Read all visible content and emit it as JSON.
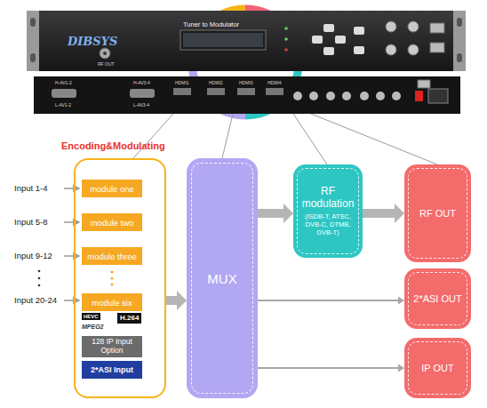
{
  "diagram": {
    "nodes": [
      {
        "text": [
          "Encoding&Modulating"
        ]
      },
      {
        "text": [
          "module one"
        ],
        "in": 0
      },
      {
        "text": [
          "module two"
        ],
        "in": 0
      },
      {
        "text": [
          "module three"
        ],
        "in": 0
      },
      {
        "text": [
          "module six"
        ],
        "in": 0
      },
      {
        "text": [
          "128 IP Input Option"
        ],
        "in": 0
      },
      {
        "text": [
          "2*ASI Input"
        ],
        "in": 0
      },
      {
        "text": [
          "MUX"
        ]
      },
      {
        "text": [
          "RF modulation",
          "(ISDB-T, ATSC, DVB-C, DTMB, DVB-T)"
        ]
      },
      {
        "text": [
          "RF OUT"
        ]
      },
      {
        "text": [
          "2*ASI OUT"
        ]
      },
      {
        "text": [
          "IP OUT"
        ]
      }
    ],
    "edges": [
      {
        "from": 0,
        "to": 7,
        "arrow": "to"
      },
      {
        "from": 7,
        "to": 8,
        "arrow": "to"
      },
      {
        "from": 8,
        "to": 9,
        "arrow": "to"
      },
      {
        "from": 7,
        "to": 10,
        "arrow": "to"
      },
      {
        "from": 7,
        "to": 11,
        "arrow": "to"
      }
    ],
    "labels": [
      "DIBSYS",
      "RF OUT",
      "Tuner to Modulator",
      "H-AV1-2",
      "H-AV3-4",
      "L-AV1-2",
      "L-AV3-4",
      "HDMI1",
      "HDMI2",
      "HDMI3",
      "HDMI4",
      "Input 1-4",
      "Input 5-8",
      "Input 9-12",
      "Input 20-24",
      "HEVC",
      "MPEG2",
      "H.264"
    ]
  }
}
